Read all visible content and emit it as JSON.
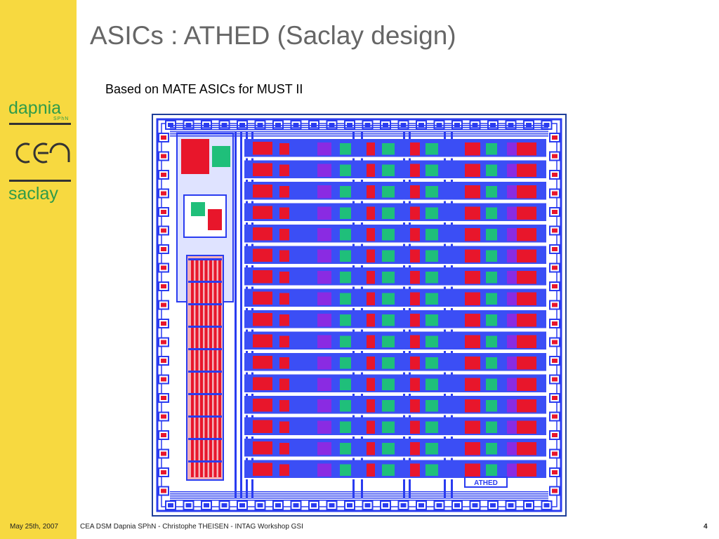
{
  "slide": {
    "title": "ASICs : ATHED (Saclay design)",
    "subtitle": "Based on MATE ASICs for MUST II",
    "layout_image_label": "ATHED"
  },
  "sidebar": {
    "logo_top": "dapnia",
    "logo_top_sub": "SPhN",
    "logo_middle": "cea",
    "logo_bottom": "saclay"
  },
  "footer": {
    "date": "May 25th, 2007",
    "text": "CEA DSM Dapnia SPhN  - Christophe THEISEN -  INTAG Workshop GSI",
    "page_number": "4"
  },
  "colors": {
    "sidebar_bg": "#f7d940",
    "logo_green": "#2f9b4a",
    "title_gray": "#666666",
    "frame_blue": "#1f3f9a",
    "metal_blue": "#2a3cf0",
    "poly_red": "#e8162b",
    "diff_green": "#1fbf7a"
  }
}
